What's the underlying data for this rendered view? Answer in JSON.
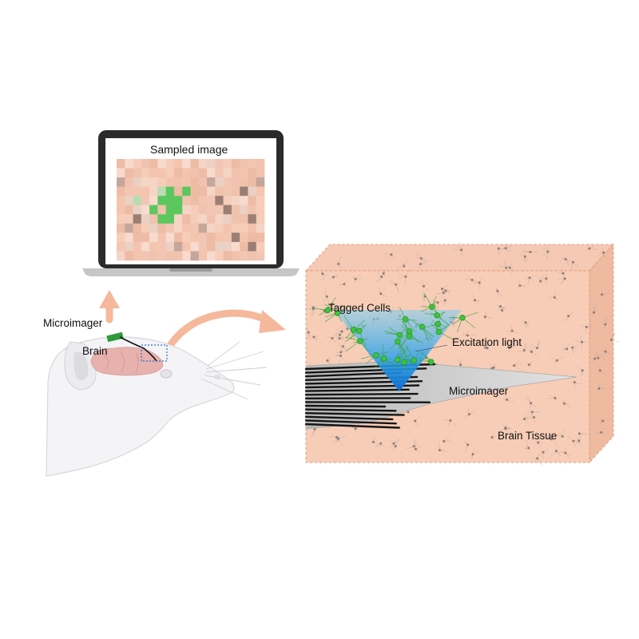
{
  "laptop": {
    "screen_title": "Sampled image",
    "pixel_grid": {
      "rows": 11,
      "cols": 18,
      "base_color": "#f3c7b3",
      "tagged_cells": [
        [
          3,
          6
        ],
        [
          3,
          8
        ],
        [
          4,
          5
        ],
        [
          4,
          6
        ],
        [
          4,
          7
        ],
        [
          5,
          4
        ],
        [
          5,
          6
        ],
        [
          5,
          7
        ],
        [
          6,
          5
        ],
        [
          6,
          6
        ]
      ],
      "tagged_color": "#5cc75f",
      "light_green_cells": [
        [
          4,
          2
        ],
        [
          3,
          5
        ]
      ],
      "dark_cells": [
        [
          2,
          0
        ],
        [
          2,
          11
        ],
        [
          2,
          17
        ],
        [
          4,
          12
        ],
        [
          5,
          13
        ],
        [
          6,
          2
        ],
        [
          7,
          1
        ],
        [
          7,
          10
        ],
        [
          8,
          14
        ],
        [
          9,
          7
        ],
        [
          9,
          16
        ],
        [
          10,
          9
        ],
        [
          3,
          15
        ],
        [
          6,
          16
        ]
      ]
    }
  },
  "mouse": {
    "label_microimager": "Microimager",
    "label_brain": "Brain"
  },
  "block": {
    "label_tagged_cells": "Tagged Cells",
    "label_excitation": "Excitation light",
    "label_microimager": "Microimager",
    "label_tissue": "Brain Tissue"
  },
  "colors": {
    "tissue": "#f7cdb7",
    "tissue_side": "#efbfa6",
    "dash_border": "#e39b78",
    "arrow": "#f5b89b",
    "tagged_green": "#3cc43c",
    "excitation_blue": "#1a8fe0",
    "probe_gray": "#c9c9c9",
    "laptop_body": "#2b2b2b",
    "laptop_base": "#c8c8cb",
    "brain": "#e9b4b0",
    "chip": "#2f9a3a"
  }
}
